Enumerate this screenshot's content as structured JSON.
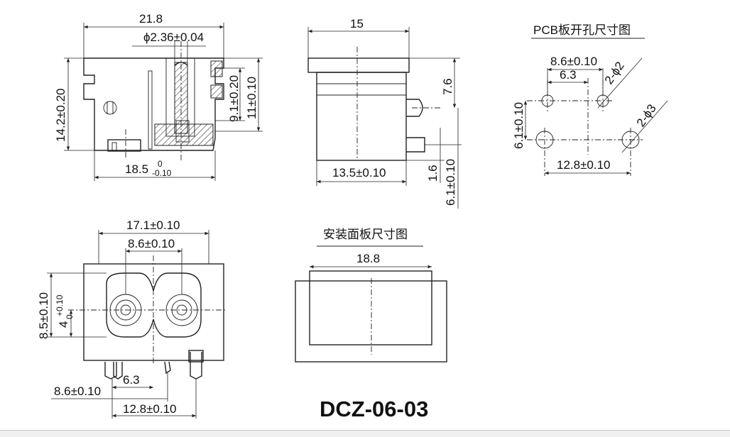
{
  "model_code": "DCZ-06-03",
  "titles": {
    "pcb_hole": "PCB板开孔尺寸图",
    "panel_cutout": "安装面板尺寸图"
  },
  "front_view": {
    "width": "21.8",
    "hole_dia": "ϕ2.36±0.04",
    "height": "14.2±0.20",
    "pin_height_a": "9.1±0.20",
    "pin_height_b": "11±0.10",
    "base_width": "18.5",
    "tol_upper": "0",
    "tol_lower": "-0.10"
  },
  "side_view": {
    "width": "15",
    "offset": "7.6",
    "base_width": "13.5±0.10",
    "pin_a": "1.6",
    "pin_b": "6.1±0.10"
  },
  "pcb_hole": {
    "spacing": "8.6±0.10",
    "offset": "6.3",
    "small_holes": "2-ϕ2",
    "big_holes": "2-ϕ3",
    "vertical": "6.1±0.10",
    "span": "12.8±0.10"
  },
  "bottom_view": {
    "width": "17.1±0.10",
    "spacing": "8.6±0.10",
    "height": "8.5±0.10",
    "center": "4",
    "tol_upper": "+0.10",
    "tol_lower": "0",
    "pin_offset": "6.3",
    "pin_spacing": "8.6±0.10",
    "pin_span": "12.8±0.10"
  },
  "panel_cutout": {
    "width": "18.8"
  }
}
